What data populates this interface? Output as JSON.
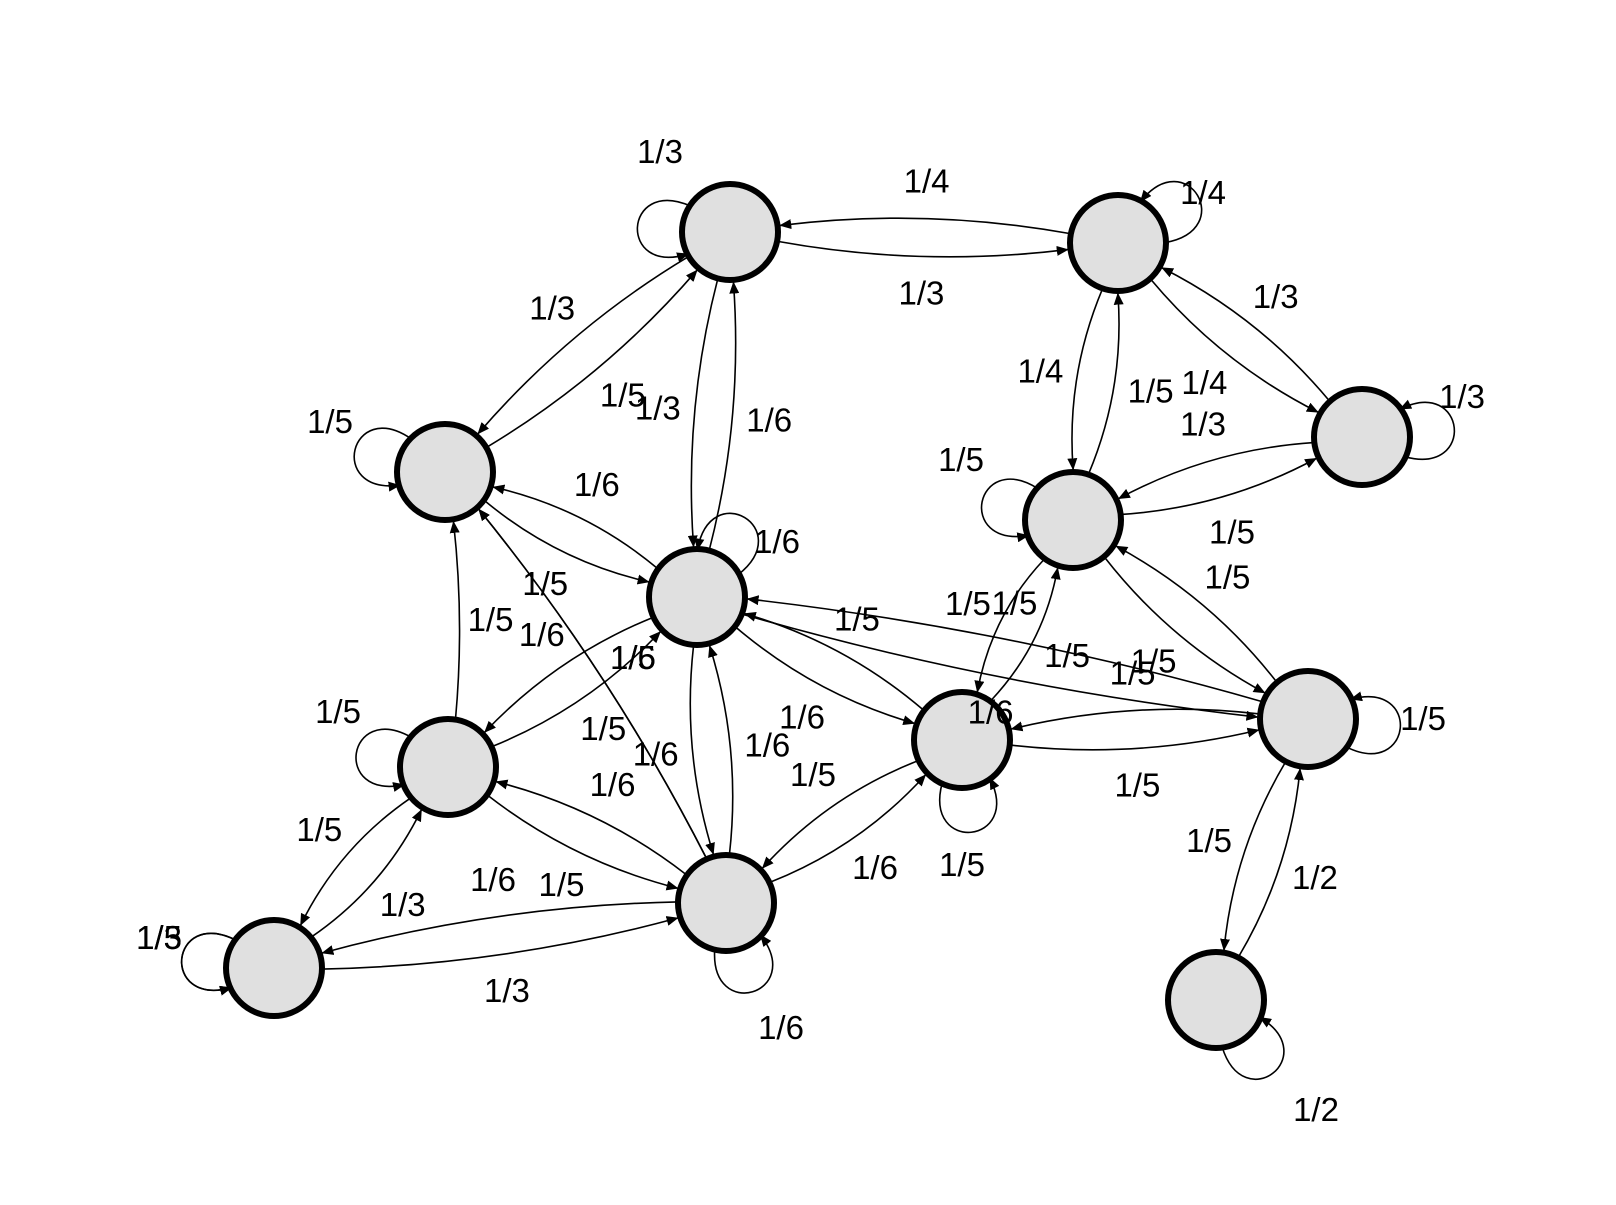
{
  "diagram": {
    "type": "markov-chain-state-graph",
    "node_fill": "#e0e0e0",
    "node_stroke": "#000000",
    "nodes": [
      {
        "id": "A"
      },
      {
        "id": "B"
      },
      {
        "id": "C"
      },
      {
        "id": "D"
      },
      {
        "id": "E"
      },
      {
        "id": "F"
      },
      {
        "id": "G"
      },
      {
        "id": "H"
      },
      {
        "id": "I"
      },
      {
        "id": "J"
      },
      {
        "id": "K"
      },
      {
        "id": "L"
      },
      {
        "id": "M"
      }
    ],
    "self_loops": [
      {
        "node": "A",
        "label": "1/3"
      },
      {
        "node": "B",
        "label": "1/4"
      },
      {
        "node": "C",
        "label": "1/5"
      },
      {
        "node": "D",
        "label": "1/3"
      },
      {
        "node": "E",
        "label": "1/5"
      },
      {
        "node": "F",
        "label": "1/6"
      },
      {
        "node": "G",
        "label": "1/5"
      },
      {
        "node": "H",
        "label": "1/5"
      },
      {
        "node": "I",
        "label": "1/5"
      },
      {
        "node": "J",
        "label": "1/5"
      },
      {
        "node": "K",
        "label": "1/3"
      },
      {
        "node": "L",
        "label": "1/6"
      },
      {
        "node": "M",
        "label": "1/2"
      }
    ],
    "edges": [
      {
        "from": "A",
        "to": "B",
        "label": "1/3"
      },
      {
        "from": "B",
        "to": "A",
        "label": "1/4"
      },
      {
        "from": "C",
        "to": "A",
        "label": "1/5"
      },
      {
        "from": "A",
        "to": "C",
        "label": "1/3"
      },
      {
        "from": "A",
        "to": "F",
        "label": "1/3"
      },
      {
        "from": "F",
        "to": "A",
        "label": "1/6"
      },
      {
        "from": "B",
        "to": "D",
        "label": "1/4"
      },
      {
        "from": "B",
        "to": "E",
        "label": "1/4"
      },
      {
        "from": "E",
        "to": "B",
        "label": "1/5"
      },
      {
        "from": "D",
        "to": "B",
        "label": "1/3"
      },
      {
        "from": "E",
        "to": "D",
        "label": "1/5"
      },
      {
        "from": "D",
        "to": "E",
        "label": "1/3"
      },
      {
        "from": "C",
        "to": "F",
        "label": "1/5"
      },
      {
        "from": "F",
        "to": "C",
        "label": "1/6"
      },
      {
        "from": "G",
        "to": "C",
        "label": "1/5"
      },
      {
        "from": "L",
        "to": "C",
        "label": "1/6"
      },
      {
        "from": "L",
        "to": "C",
        "label": "1/5"
      },
      {
        "from": "G",
        "to": "F",
        "label": "1/5"
      },
      {
        "from": "F",
        "to": "G",
        "label": "1/6"
      },
      {
        "from": "F",
        "to": "L",
        "label": "1/6"
      },
      {
        "from": "L",
        "to": "F",
        "label": "1/6"
      },
      {
        "from": "F",
        "to": "J",
        "label": "1/6"
      },
      {
        "from": "J",
        "to": "F",
        "label": "1/5"
      },
      {
        "from": "H",
        "to": "F",
        "label": "1/5"
      },
      {
        "from": "F",
        "to": "H",
        "label": "1/6"
      },
      {
        "from": "E",
        "to": "J",
        "label": "1/5"
      },
      {
        "from": "J",
        "to": "E",
        "label": "1/5"
      },
      {
        "from": "H",
        "to": "E",
        "label": "1/5"
      },
      {
        "from": "E",
        "to": "H",
        "label": "1/5"
      },
      {
        "from": "H",
        "to": "J",
        "label": "1/5"
      },
      {
        "from": "J",
        "to": "H",
        "label": "1/5"
      },
      {
        "from": "J",
        "to": "M",
        "label": "1/5"
      },
      {
        "from": "M",
        "to": "J",
        "label": "1/2"
      },
      {
        "from": "L",
        "to": "H",
        "label": "1/6"
      },
      {
        "from": "H",
        "to": "L",
        "label": "1/5"
      },
      {
        "from": "G",
        "to": "L",
        "label": "1/5"
      },
      {
        "from": "L",
        "to": "G",
        "label": "1/6"
      },
      {
        "from": "G",
        "to": "K",
        "label": "1/5"
      },
      {
        "from": "K",
        "to": "G",
        "label": "1/3"
      },
      {
        "from": "L",
        "to": "K",
        "label": "1/6"
      },
      {
        "from": "K",
        "to": "L",
        "label": "1/3"
      }
    ]
  }
}
